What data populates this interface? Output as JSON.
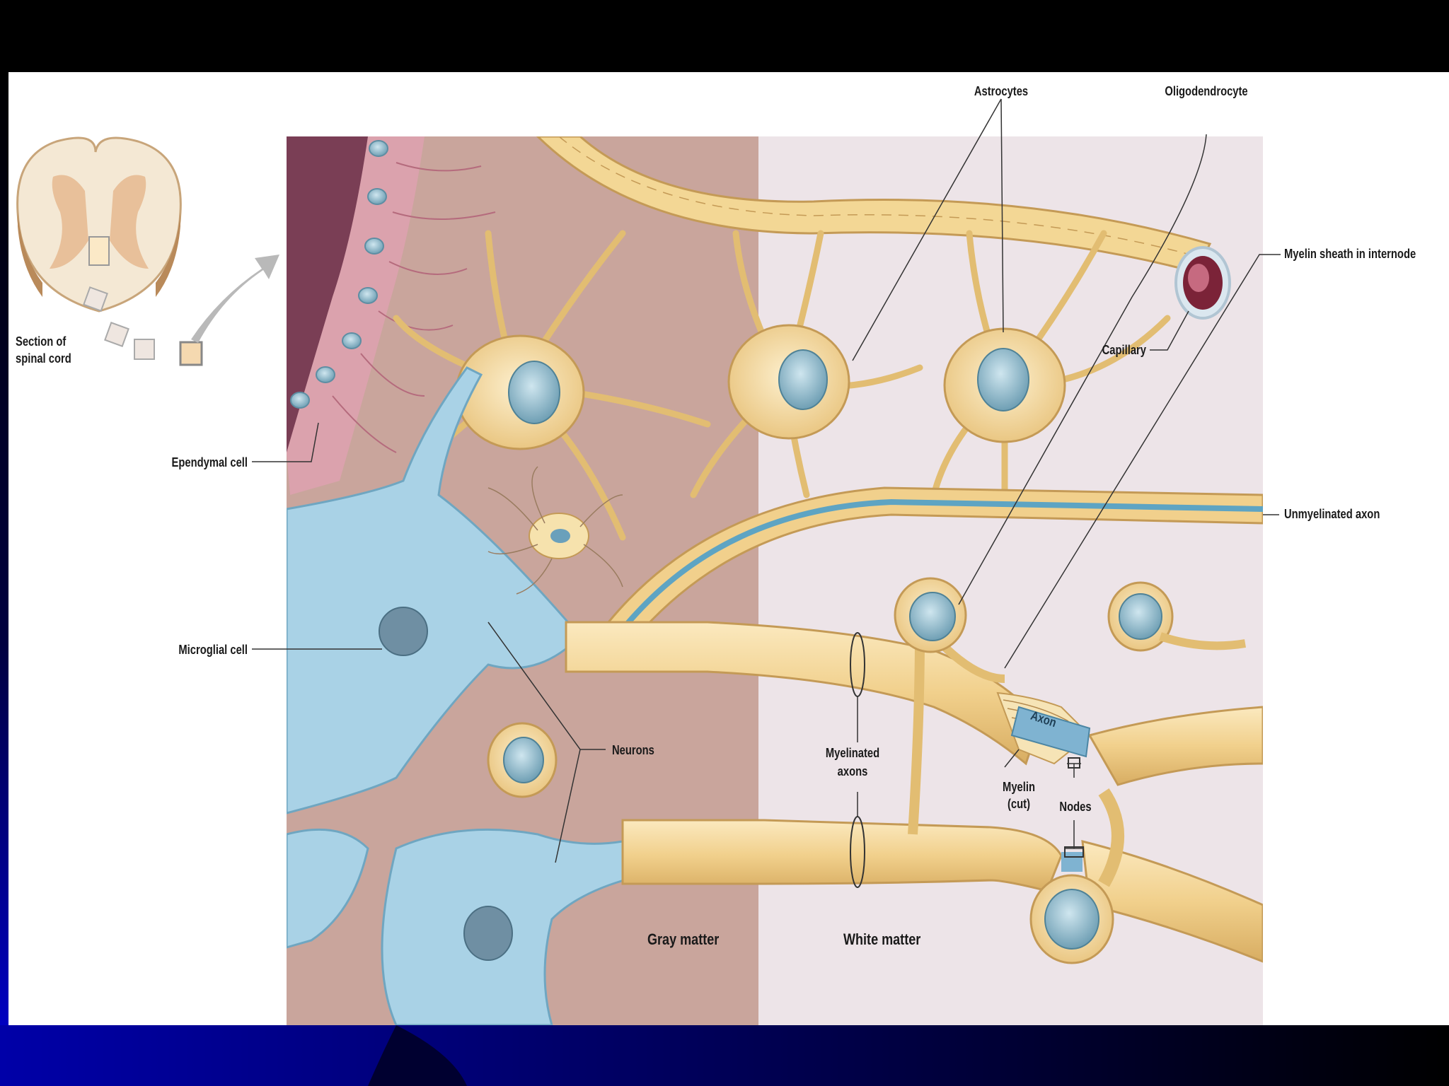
{
  "labels": {
    "astrocytes": "Astrocytes",
    "oligodendrocyte": "Oligodendrocyte",
    "myelin_sheath": "Myelin sheath in internode",
    "capillary": "Capillary",
    "section_line1": "Section of",
    "section_line2": "spinal cord",
    "ependymal": "Ependymal cell",
    "unmyelinated": "Unmyelinated axon",
    "microglial": "Microglial cell",
    "neurons": "Neurons",
    "myelinated_line1": "Myelinated",
    "myelinated_line2": "axons",
    "axon": "Axon",
    "myelin_cut_line1": "Myelin",
    "myelin_cut_line2": "(cut)",
    "nodes": "Nodes",
    "gray_matter": "Gray matter",
    "white_matter": "White matter"
  },
  "colors": {
    "background": "#000000",
    "slide_bottom_band": "#0000c0",
    "panel": "#ffffff",
    "gray_matter_tint": "#c9a59c",
    "white_matter_tint": "#e6dde0",
    "glia_yellow": "#f2d79a",
    "neuron_blue": "#a9d2e6",
    "ependymal_pink": "#d89aa6",
    "nucleus_blue": "#8fb8c9"
  }
}
